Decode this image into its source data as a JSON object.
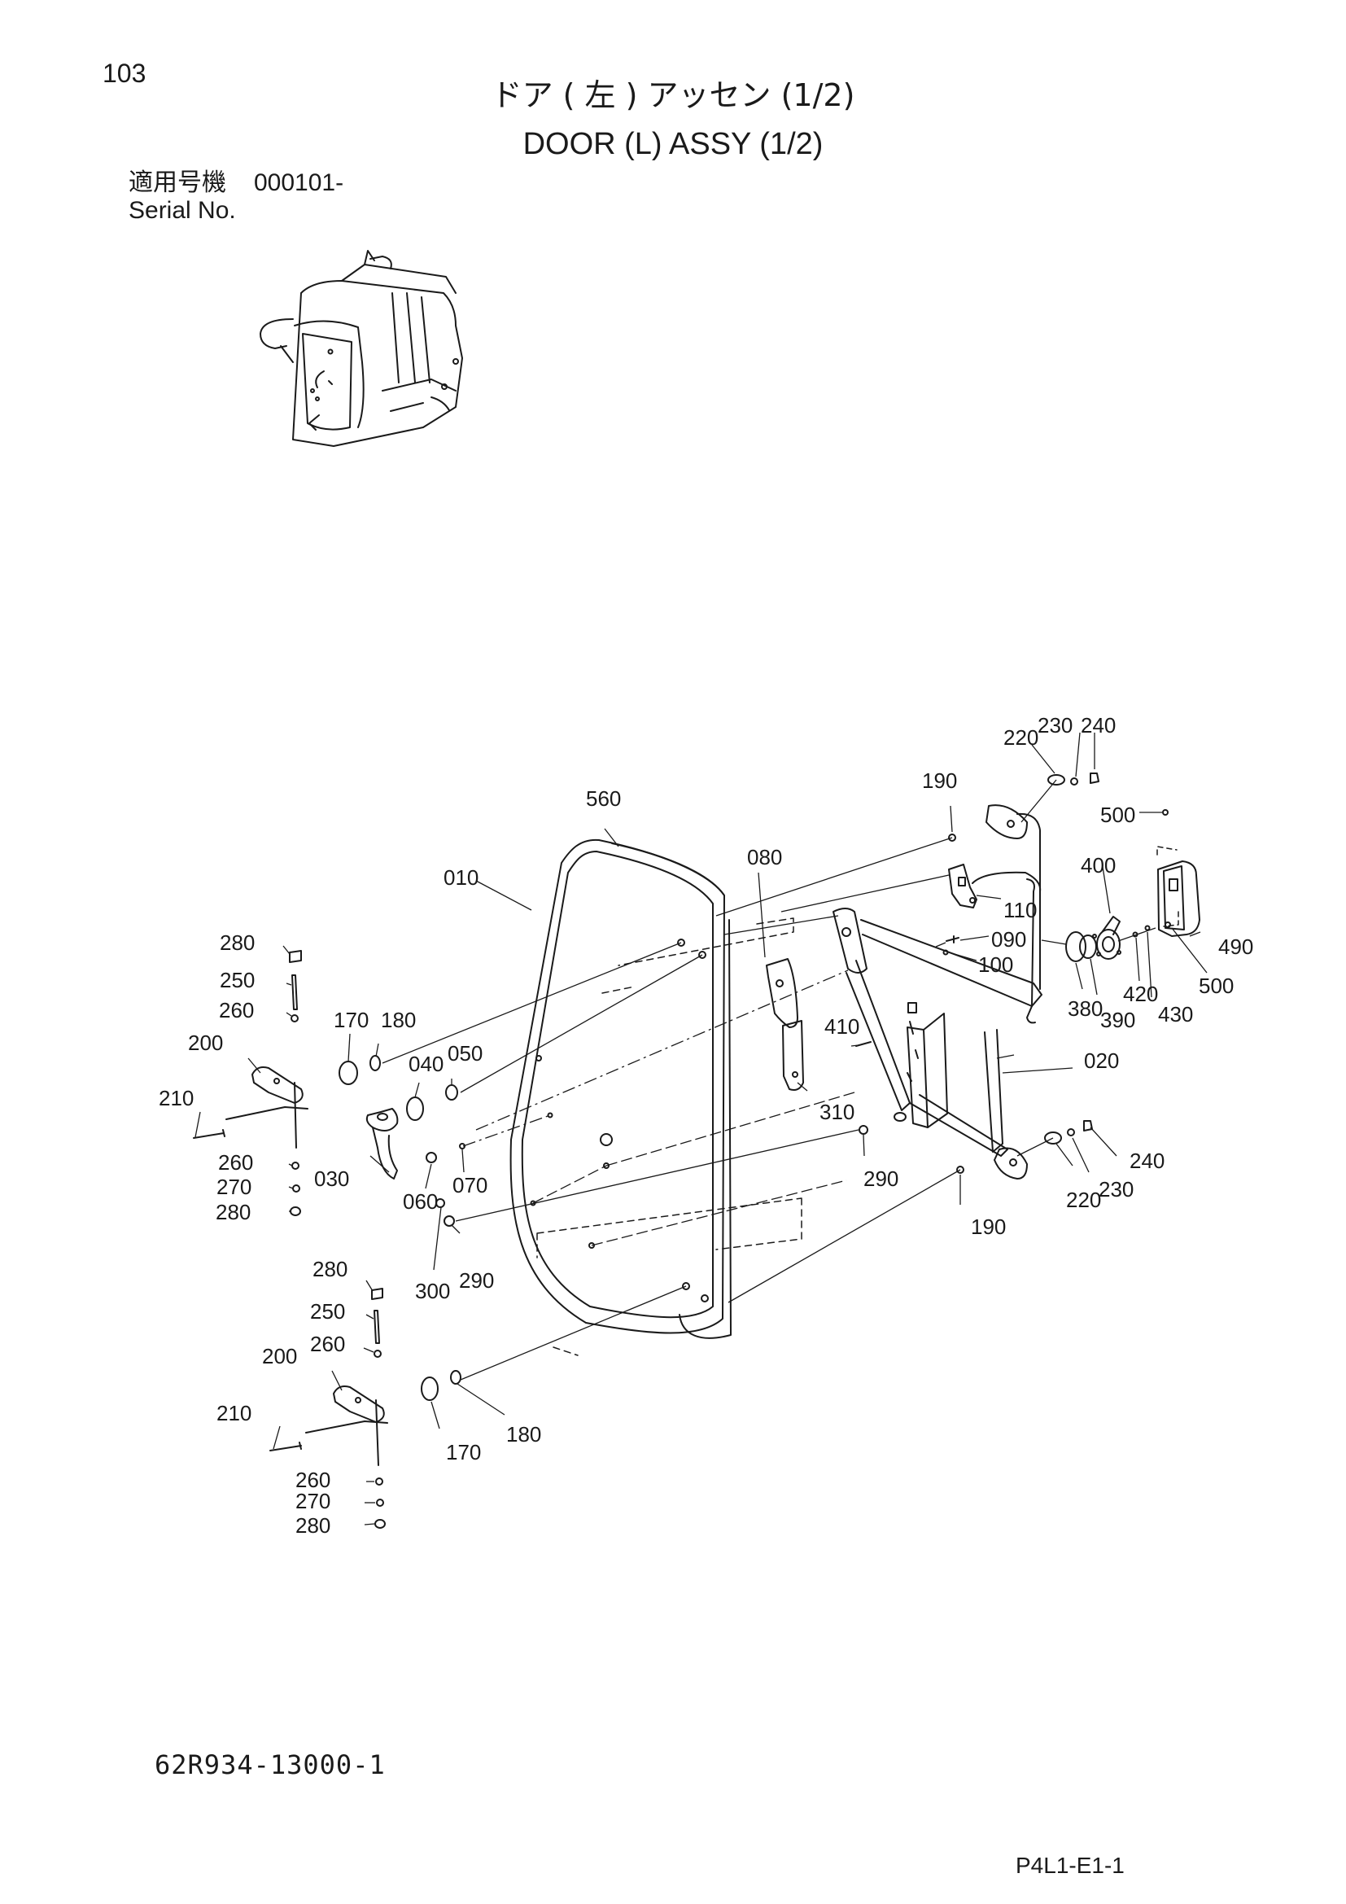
{
  "header": {
    "page_number": "103",
    "title_jp": "ドア ( 左 ) アッセン (1/2)",
    "title_en": "DOOR (L) ASSY (1/2)",
    "serial_label_jp": "適用号機",
    "serial_number": "000101-",
    "serial_label_en": "Serial No."
  },
  "callouts": {
    "c010": "010",
    "c020": "020",
    "c030": "030",
    "c040": "040",
    "c050": "050",
    "c060": "060",
    "c070": "070",
    "c080": "080",
    "c090": "090",
    "c100": "100",
    "c110": "110",
    "c170a": "170",
    "c180a": "180",
    "c170b": "170",
    "c180b": "180",
    "c190a": "190",
    "c190b": "190",
    "c200a": "200",
    "c200b": "200",
    "c210a": "210",
    "c210b": "210",
    "c220a": "220",
    "c230a": "230",
    "c240a": "240",
    "c220b": "220",
    "c230b": "230",
    "c240b": "240",
    "c250a": "250",
    "c250b": "250",
    "c260a": "260",
    "c260b": "260",
    "c260c": "260",
    "c260d": "260",
    "c270a": "270",
    "c270b": "270",
    "c280a": "280",
    "c280b": "280",
    "c280c": "280",
    "c280d": "280",
    "c290a": "290",
    "c290b": "290",
    "c300": "300",
    "c310": "310",
    "c380": "380",
    "c390": "390",
    "c400": "400",
    "c410": "410",
    "c420": "420",
    "c430": "430",
    "c490": "490",
    "c500a": "500",
    "c500b": "500",
    "c560": "560"
  },
  "footer": {
    "part_number": "62R934-13000-1",
    "page_code": "P4L1-E1-1"
  }
}
